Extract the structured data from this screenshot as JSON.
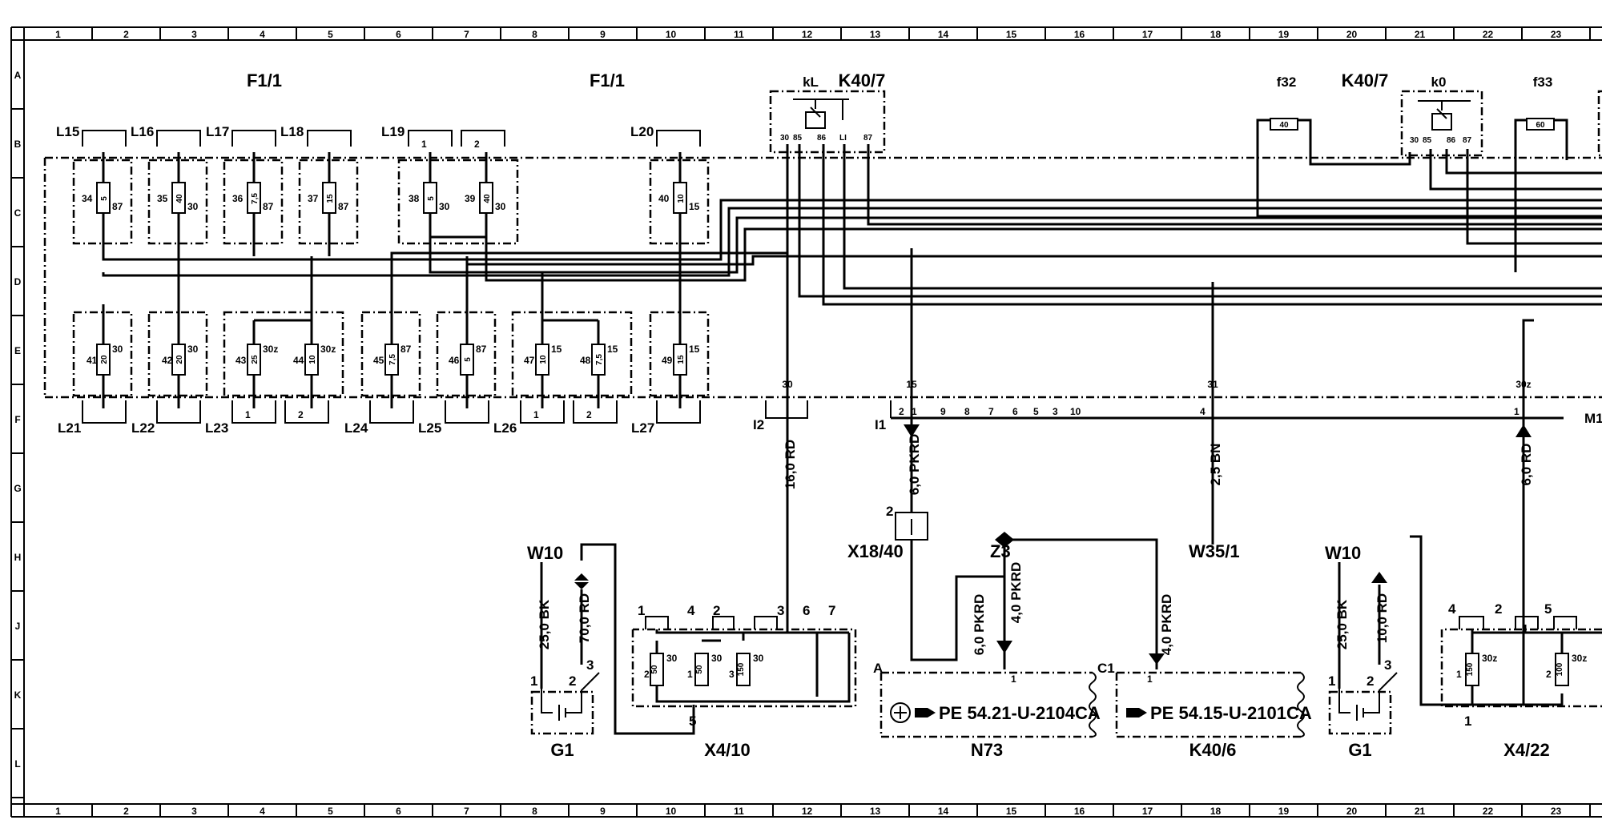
{
  "frame": {
    "cols": [
      "1",
      "2",
      "3",
      "4",
      "5",
      "6",
      "7",
      "8",
      "9",
      "10",
      "11",
      "12",
      "13",
      "14",
      "15",
      "16",
      "17",
      "18",
      "19",
      "20",
      "21",
      "22",
      "23"
    ],
    "rows": [
      "A",
      "B",
      "C",
      "D",
      "E",
      "F",
      "G",
      "H",
      "J",
      "K",
      "L"
    ]
  },
  "headers": {
    "f1_left": "F1/1",
    "f1_right": "F1/1",
    "kl": "kL",
    "k40_7_left": "K40/7",
    "f32": "f32",
    "k40_7_right": "K40/7",
    "k0": "k0",
    "f33": "f33"
  },
  "fuse_top_row": [
    {
      "num": "34",
      "amp": "5",
      "term": "87"
    },
    {
      "num": "35",
      "amp": "40",
      "term": "30"
    },
    {
      "num": "36",
      "amp": "7,5",
      "term": "87"
    },
    {
      "num": "37",
      "amp": "15",
      "term": "87"
    },
    {
      "num": "38",
      "amp": "5",
      "term": "30"
    },
    {
      "num": "39",
      "amp": "40",
      "term": "30"
    },
    {
      "num": "40",
      "amp": "10",
      "term": "15"
    }
  ],
  "fuse_bottom_row": [
    {
      "num": "41",
      "amp": "20",
      "term": "30"
    },
    {
      "num": "42",
      "amp": "20",
      "term": "30"
    },
    {
      "num": "43",
      "amp": "25",
      "term": "30z"
    },
    {
      "num": "44",
      "amp": "10",
      "term": "30z"
    },
    {
      "num": "45",
      "amp": "7,5",
      "term": "87"
    },
    {
      "num": "46",
      "amp": "5",
      "term": "87"
    },
    {
      "num": "47",
      "amp": "10",
      "term": "15"
    },
    {
      "num": "48",
      "amp": "7,5",
      "term": "15"
    },
    {
      "num": "49",
      "amp": "15",
      "term": "15"
    }
  ],
  "connectors_top": [
    "L15",
    "L16",
    "L17",
    "L18",
    "L19",
    "L20"
  ],
  "l19_pins": [
    "1",
    "2"
  ],
  "connectors_bottom": [
    "L21",
    "L22",
    "L23",
    "L24",
    "L25",
    "L26",
    "L27"
  ],
  "l23_pins": [
    "1",
    "2"
  ],
  "l26_pins": [
    "1",
    "2"
  ],
  "relay_terms": [
    "30",
    "85",
    "86",
    "LI",
    "87"
  ],
  "relay2_terms": [
    "30",
    "85",
    "86",
    "87"
  ],
  "fuse_f32": "40",
  "fuse_f33": "60",
  "terminals": {
    "t30": "30",
    "t15": "15",
    "t31": "31",
    "t30z": "30z"
  },
  "plugs": {
    "i2": "I2",
    "i1": "I1",
    "m1": "M1"
  },
  "i1_pins": [
    "2",
    "1",
    "9",
    "8",
    "7",
    "6",
    "5",
    "3",
    "10",
    "4",
    "1"
  ],
  "wires": {
    "w_16rd": "16,0 RD",
    "w_6pkrd": "6,0 PKRD",
    "w_25bn": "2,5 BN",
    "w_6rd": "6,0 RD",
    "w_25bk_l": "25,0 BK",
    "w_70rd": "70,0 RD",
    "w_6pkrd_b": "6,0 PKRD",
    "w_4pkrd": "4,0 PKRD",
    "w_4pkrd_b": "4,0 PKRD",
    "w_25bk_r": "25,0 BK",
    "w_10rd": "10,0 RD"
  },
  "components": {
    "x18_40": "X18/40",
    "x18_pin": "2",
    "z3": "Z3",
    "w35_1": "W35/1",
    "w10_left": "W10",
    "w10_right": "W10",
    "g1_left": "G1",
    "g1_right": "G1",
    "x4_10": "X4/10",
    "x4_22": "X4/22",
    "n73": "N73",
    "k40_6": "K40/6"
  },
  "x4_10_pins": [
    "1",
    "4",
    "2",
    "3",
    "6",
    "7",
    "5"
  ],
  "x4_10_fuses": [
    {
      "num": "2",
      "amp": "50",
      "term": "30"
    },
    {
      "num": "1",
      "amp": "50",
      "term": "30"
    },
    {
      "num": "3",
      "amp": "150",
      "term": "30"
    }
  ],
  "x4_22_pins": [
    "4",
    "2",
    "5",
    "1"
  ],
  "x4_22_fuses": [
    {
      "num": "1",
      "amp": "150",
      "term": "30z"
    },
    {
      "num": "2",
      "amp": "100",
      "term": "30z"
    }
  ],
  "g1_pins": [
    "1",
    "2",
    "3"
  ],
  "pe": {
    "n73_ref": "PE 54.21-U-2104CA",
    "k40_6_ref": "PE 54.15-U-2101CA",
    "n73_pin_a": "A",
    "n73_pin": "1",
    "k40_6_pin_c": "C1",
    "k40_6_pin": "1"
  }
}
